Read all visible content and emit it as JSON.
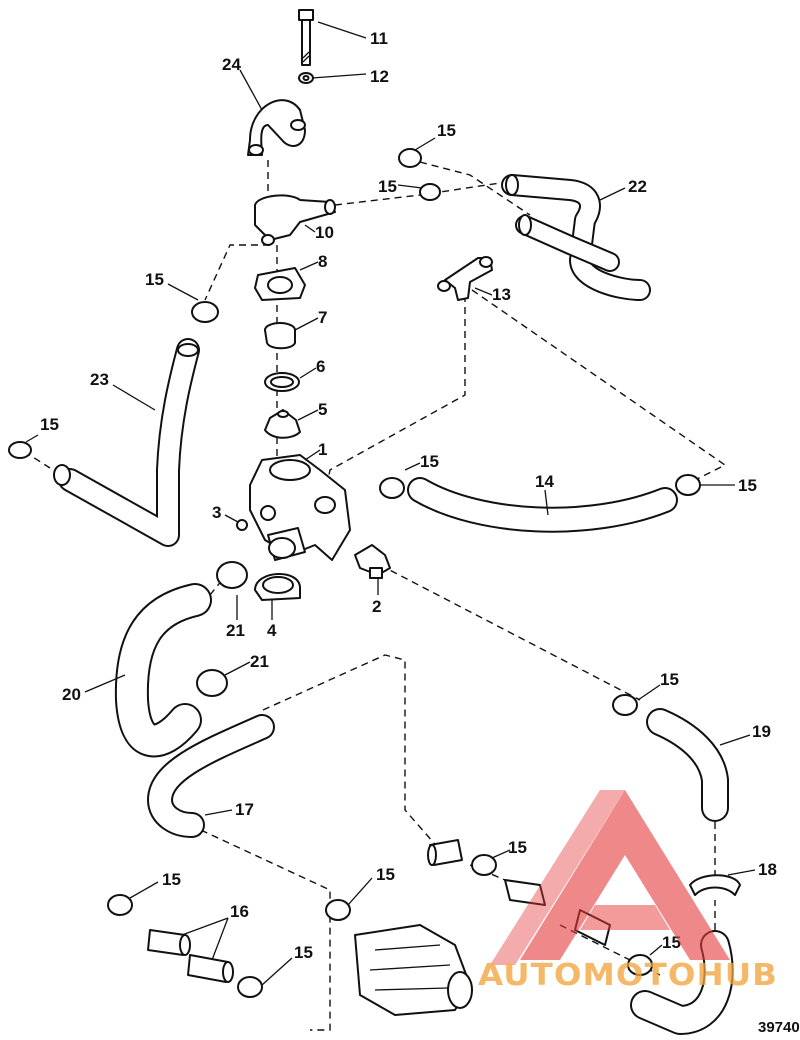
{
  "callouts": [
    {
      "id": "c11",
      "label": "11"
    },
    {
      "id": "c12",
      "label": "12"
    },
    {
      "id": "c24",
      "label": "24"
    },
    {
      "id": "c15a",
      "label": "15"
    },
    {
      "id": "c15b",
      "label": "15"
    },
    {
      "id": "c22",
      "label": "22"
    },
    {
      "id": "c10",
      "label": "10"
    },
    {
      "id": "c8",
      "label": "8"
    },
    {
      "id": "c15c",
      "label": "15"
    },
    {
      "id": "c13",
      "label": "13"
    },
    {
      "id": "c7",
      "label": "7"
    },
    {
      "id": "c23",
      "label": "23"
    },
    {
      "id": "c6",
      "label": "6"
    },
    {
      "id": "c5",
      "label": "5"
    },
    {
      "id": "c15d",
      "label": "15"
    },
    {
      "id": "c1",
      "label": "1"
    },
    {
      "id": "c15e",
      "label": "15"
    },
    {
      "id": "c14",
      "label": "14"
    },
    {
      "id": "c15f",
      "label": "15"
    },
    {
      "id": "c3",
      "label": "3"
    },
    {
      "id": "c2",
      "label": "2"
    },
    {
      "id": "c21a",
      "label": "21"
    },
    {
      "id": "c4",
      "label": "4"
    },
    {
      "id": "c21b",
      "label": "21"
    },
    {
      "id": "c20",
      "label": "20"
    },
    {
      "id": "c15g",
      "label": "15"
    },
    {
      "id": "c19",
      "label": "19"
    },
    {
      "id": "c17",
      "label": "17"
    },
    {
      "id": "c15h",
      "label": "15"
    },
    {
      "id": "c18",
      "label": "18"
    },
    {
      "id": "c15i",
      "label": "15"
    },
    {
      "id": "c16",
      "label": "16"
    },
    {
      "id": "c15j",
      "label": "15"
    },
    {
      "id": "c15k",
      "label": "15"
    },
    {
      "id": "c15l",
      "label": "15"
    }
  ],
  "figure_number": "39740",
  "watermark": {
    "text": "AUTOMOTOHUB",
    "color_red": "#e63b3b",
    "color_orange": "#f2a33a"
  }
}
